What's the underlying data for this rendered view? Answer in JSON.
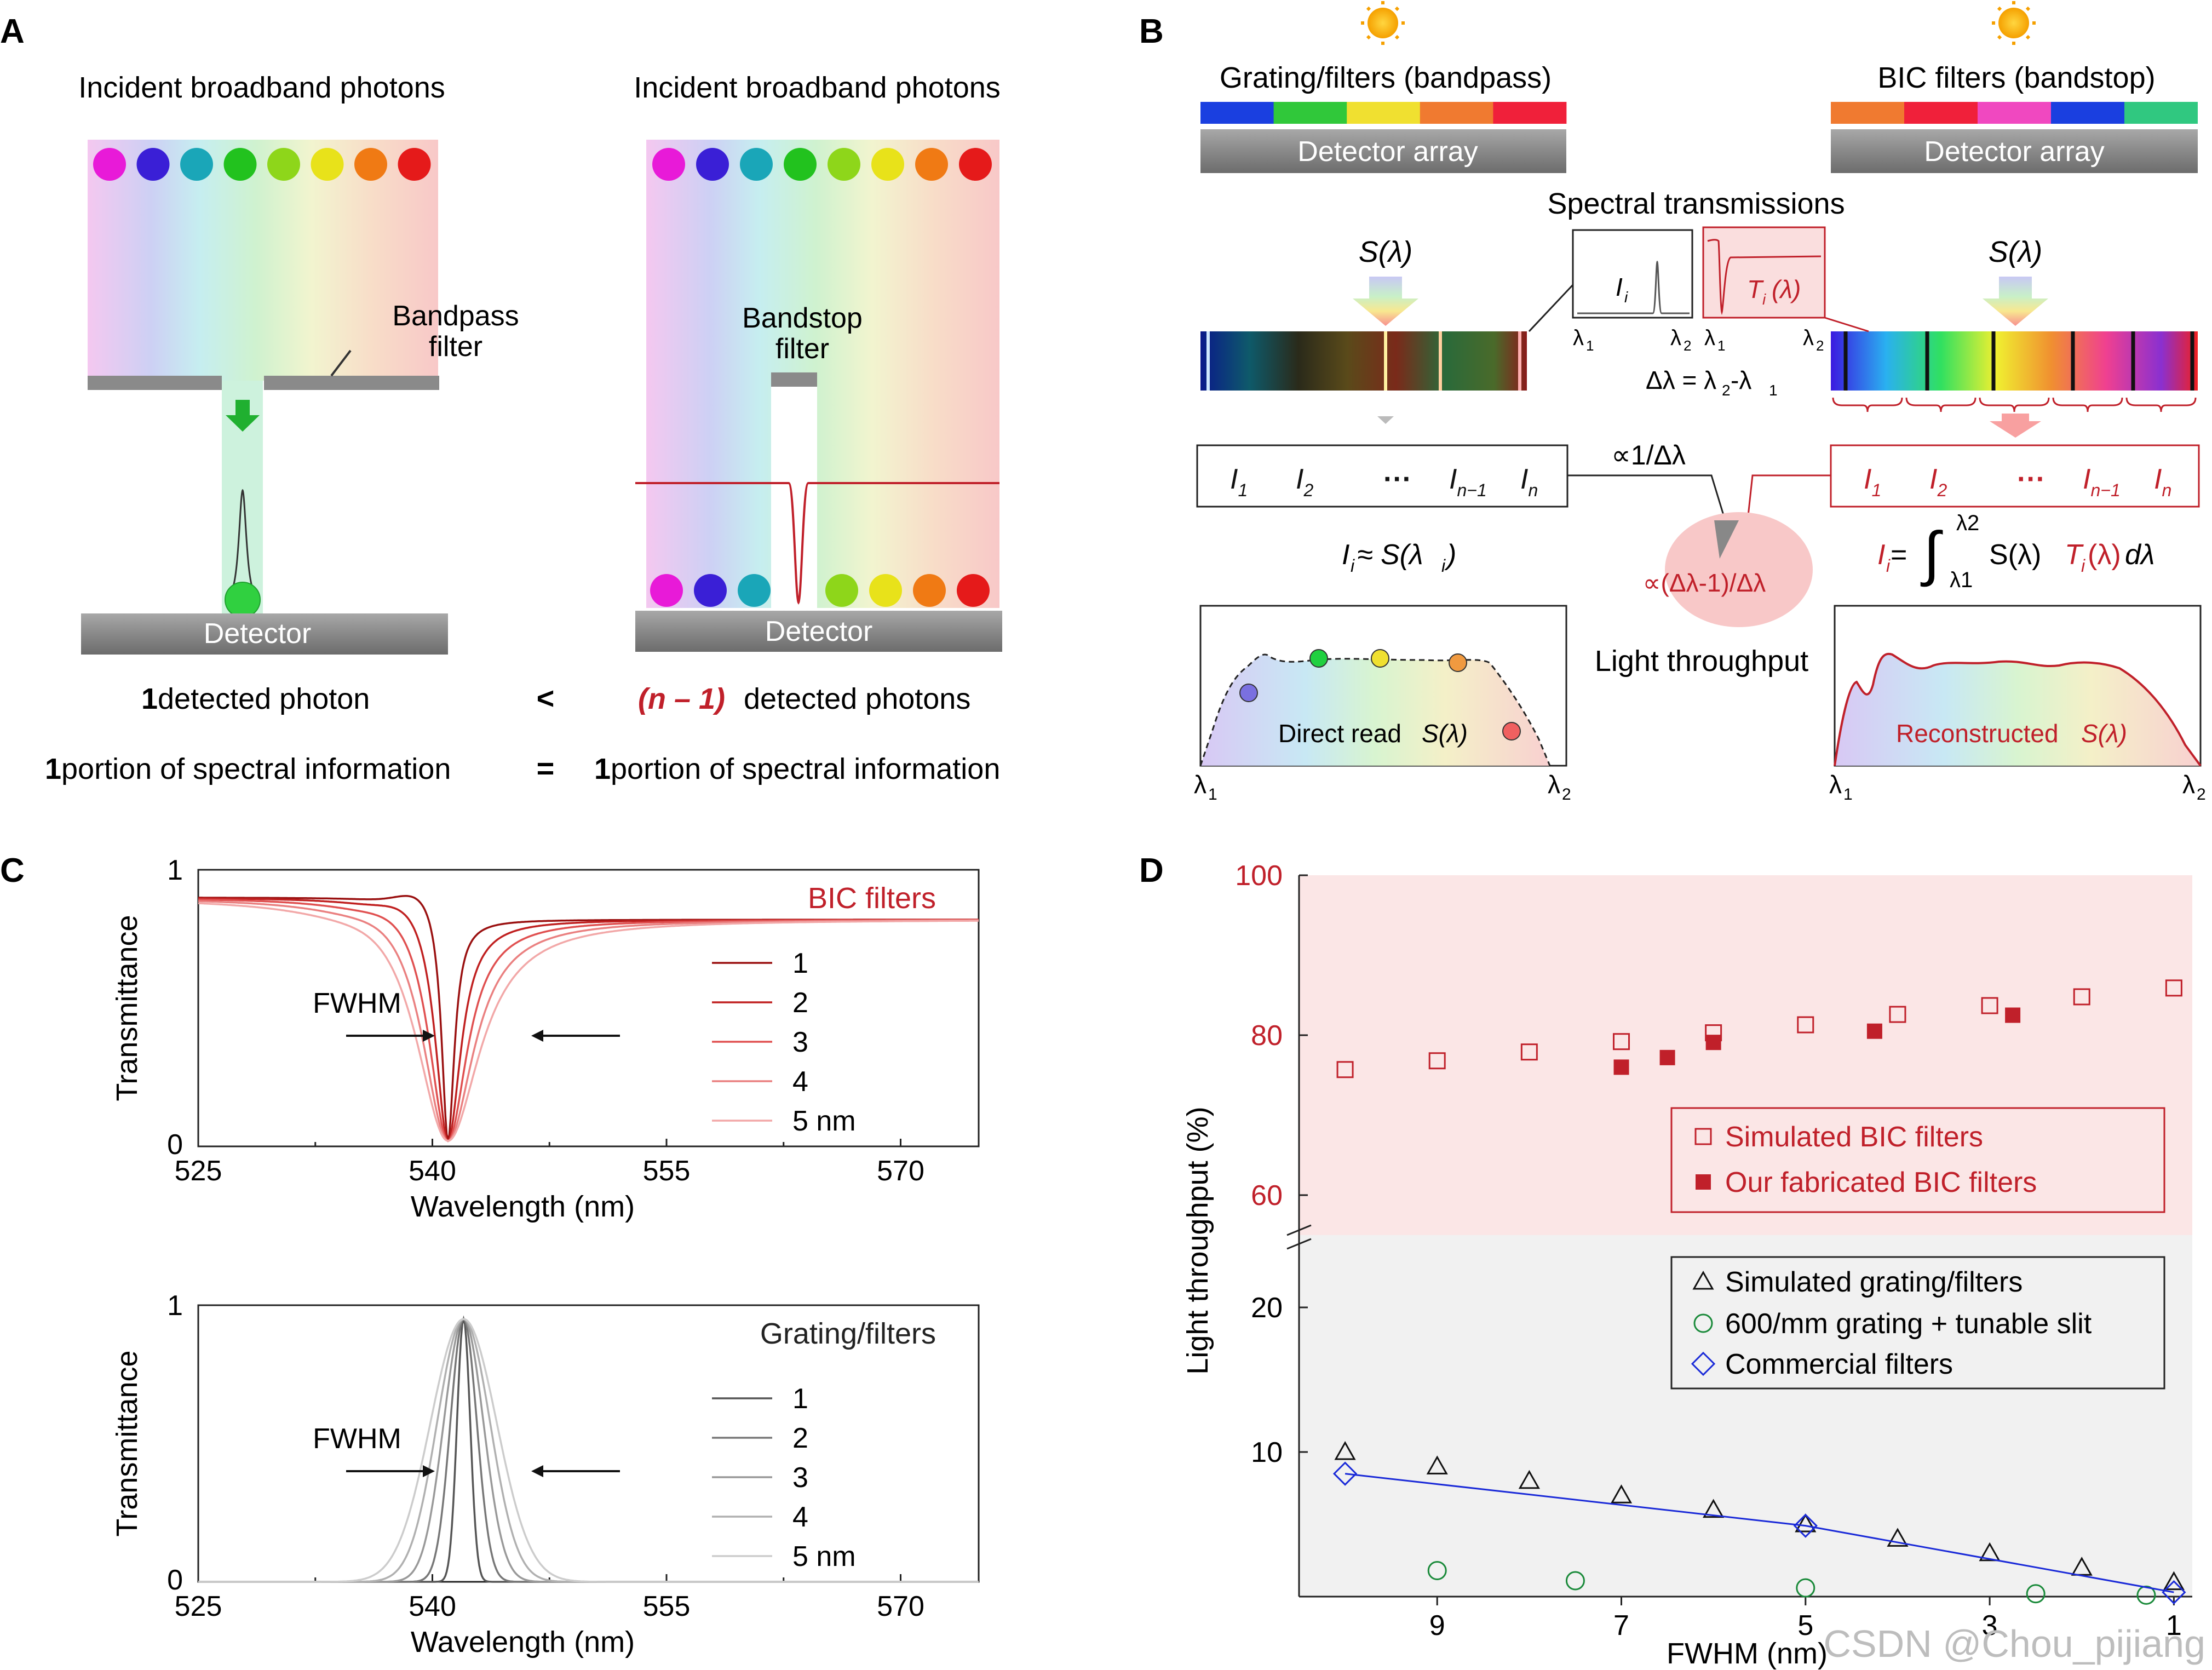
{
  "panelA": {
    "letter": "A",
    "left_title": "Incident broadband photons",
    "right_title": "Incident broadband photons",
    "bandpass_line1": "Bandpass",
    "bandpass_line2": "filter",
    "bandstop_line1": "Bandstop",
    "bandstop_line2": "filter",
    "detector_left": "Detector",
    "detector_right": "Detector",
    "left_count_num": "1",
    "left_count_text": " detected photon",
    "compare_lt": "<",
    "right_count_num": "(n – 1)",
    "right_count_text": " detected photons",
    "left_info_num": "1",
    "left_info_text": " portion of spectral information",
    "compare_eq": "=",
    "right_info_num": "1",
    "right_info_text": " portion of spectral information",
    "ball_colors": [
      "#e81ad8",
      "#3a1fd6",
      "#1aa6b8",
      "#22c21e",
      "#8ed61a",
      "#e8e21a",
      "#f07a14",
      "#e51a1a"
    ]
  },
  "panelB": {
    "letter": "B",
    "grating_title": "Grating/filters (bandpass)",
    "bic_title": "BIC filters (bandstop)",
    "detector_array_left": "Detector array",
    "detector_array_right": "Detector array",
    "spectral_transmissions": "Spectral transmissions",
    "s_lambda_left": "S(λ)",
    "s_lambda_right": "S(λ)",
    "inset_left_label": "I",
    "inset_left_sub": "i",
    "inset_right_label": "T",
    "inset_right_rest": "(λ)",
    "inset_right_sub": "i",
    "lambda1": "λ",
    "lambda2": "λ",
    "sub1": "1",
    "sub2": "2",
    "delta_lambda": "Δλ = λ",
    "delta_lambda_tail": "-λ",
    "intensities_left": [
      "I1",
      "I2",
      "···",
      "In−1",
      "In"
    ],
    "intensities_right": [
      "I1",
      "I2",
      "···",
      "In−1",
      "In"
    ],
    "inv_delta": "∝1/Δλ",
    "approx_eq": "I",
    "approx_eq_sub": "i",
    "approx_eq_rest": " ≈ S(λ",
    "approx_eq_rest_sub": "i",
    "approx_eq_close": ")",
    "throughput_formula": "∝(Δλ-1)/Δλ",
    "light_throughput": "Light throughput",
    "integral_lhs": "I",
    "integral_lhs_sub": "i",
    "integral_eq": " = ",
    "integral_upper": "λ2",
    "integral_lower": "λ1",
    "integral_body": "S(λ) ",
    "integral_t": "T",
    "integral_t_sub": "i",
    "integral_t_rest": "(λ)",
    "integral_d": " dλ",
    "direct_read": "Direct read ",
    "direct_read_s": "S(λ)",
    "reconstructed": "Reconstructed ",
    "reconstructed_s": "S(λ)",
    "grating_colors": [
      "#1a3fe0",
      "#30c83a",
      "#f0e030",
      "#f07a30",
      "#f0203a"
    ],
    "bic_colors": [
      "#f07a30",
      "#f0203a",
      "#f048c0",
      "#1a3fe0",
      "#30c880"
    ]
  },
  "panelC": {
    "letter": "C",
    "top": {
      "title": "BIC filters",
      "ylabel": "Transmittance",
      "xlabel": "Wavelength (nm)",
      "fwhm": "FWHM",
      "xticks": [
        "525",
        "540",
        "555",
        "570"
      ],
      "yticks": [
        "0",
        "1"
      ],
      "legend": [
        "1",
        "2",
        "3",
        "4",
        "5 nm"
      ]
    },
    "bottom": {
      "title": "Grating/filters",
      "ylabel": "Transmittance",
      "xlabel": "Wavelength (nm)",
      "fwhm": "FWHM",
      "xticks": [
        "525",
        "540",
        "555",
        "570"
      ],
      "yticks": [
        "0",
        "1"
      ],
      "legend": [
        "1",
        "2",
        "3",
        "4",
        "5 nm"
      ]
    }
  },
  "panelD": {
    "letter": "D",
    "ylabel": "Light throughput (%)",
    "xlabel": "FWHM (nm)",
    "upper_yticks": [
      "60",
      "80",
      "100"
    ],
    "lower_yticks": [
      "10",
      "20"
    ],
    "xticks": [
      "9",
      "7",
      "5",
      "3",
      "1"
    ],
    "legend_upper": [
      "Simulated BIC filters",
      "Our fabricated BIC filters"
    ],
    "legend_lower": [
      "Simulated grating/filters",
      "600/mm grating + tunable slit",
      "Commercial filters"
    ]
  },
  "chart_data": [
    {
      "type": "line",
      "title": "BIC filters",
      "xlabel": "Wavelength (nm)",
      "ylabel": "Transmittance",
      "xlim": [
        525,
        575
      ],
      "ylim": [
        0,
        1
      ],
      "series": [
        {
          "name": "1",
          "center": 541,
          "fwhm": 1,
          "dip_min": 0.02
        },
        {
          "name": "2",
          "center": 541,
          "fwhm": 2,
          "dip_min": 0.02
        },
        {
          "name": "3",
          "center": 541,
          "fwhm": 3,
          "dip_min": 0.02
        },
        {
          "name": "4",
          "center": 541,
          "fwhm": 4,
          "dip_min": 0.02
        },
        {
          "name": "5 nm",
          "center": 541,
          "fwhm": 5,
          "dip_min": 0.02
        }
      ]
    },
    {
      "type": "line",
      "title": "Grating/filters",
      "xlabel": "Wavelength (nm)",
      "ylabel": "Transmittance",
      "xlim": [
        525,
        575
      ],
      "ylim": [
        0,
        1
      ],
      "series": [
        {
          "name": "1",
          "center": 542,
          "fwhm": 1,
          "peak": 0.95
        },
        {
          "name": "2",
          "center": 542,
          "fwhm": 2,
          "peak": 0.95
        },
        {
          "name": "3",
          "center": 542,
          "fwhm": 3,
          "peak": 0.95
        },
        {
          "name": "4",
          "center": 542,
          "fwhm": 4,
          "peak": 0.95
        },
        {
          "name": "5 nm",
          "center": 542,
          "fwhm": 5,
          "peak": 0.95
        }
      ]
    },
    {
      "type": "scatter",
      "xlabel": "FWHM (nm)",
      "ylabel": "Light throughput (%)",
      "x_reversed": true,
      "xlim": [
        10.5,
        0.8
      ],
      "y_axis_break": true,
      "series": [
        {
          "name": "Simulated BIC filters",
          "marker": "open-square",
          "color": "#c0202a",
          "x": [
            10,
            9,
            8,
            7,
            6,
            5,
            4,
            3,
            2,
            1
          ],
          "y": [
            75.7,
            76.8,
            77.9,
            79.2,
            80.3,
            81.3,
            82.6,
            83.7,
            84.8,
            85.9
          ]
        },
        {
          "name": "Our fabricated BIC filters",
          "marker": "filled-square",
          "color": "#c0202a",
          "x": [
            7,
            6.5,
            6,
            4.25,
            2.75
          ],
          "y": [
            76,
            77.2,
            79.1,
            80.5,
            82.5
          ]
        },
        {
          "name": "Simulated grating/filters",
          "marker": "open-triangle",
          "color": "#111111",
          "x": [
            10,
            9,
            8,
            7,
            6,
            5,
            4,
            3,
            2,
            1
          ],
          "y": [
            10,
            9,
            8,
            7,
            6,
            5,
            4,
            3,
            2,
            1
          ]
        },
        {
          "name": "600/mm grating + tunable slit",
          "marker": "open-circle",
          "color": "#1a8a3a",
          "x": [
            9,
            7.5,
            5,
            2.5,
            1.3
          ],
          "y": [
            1.8,
            1.1,
            0.6,
            0.2,
            0.1
          ]
        },
        {
          "name": "Commercial filters",
          "marker": "open-diamond",
          "color": "#1a2ad8",
          "line": true,
          "x": [
            10,
            5,
            1
          ],
          "y": [
            8.5,
            4.9,
            0.3
          ]
        }
      ]
    }
  ]
}
